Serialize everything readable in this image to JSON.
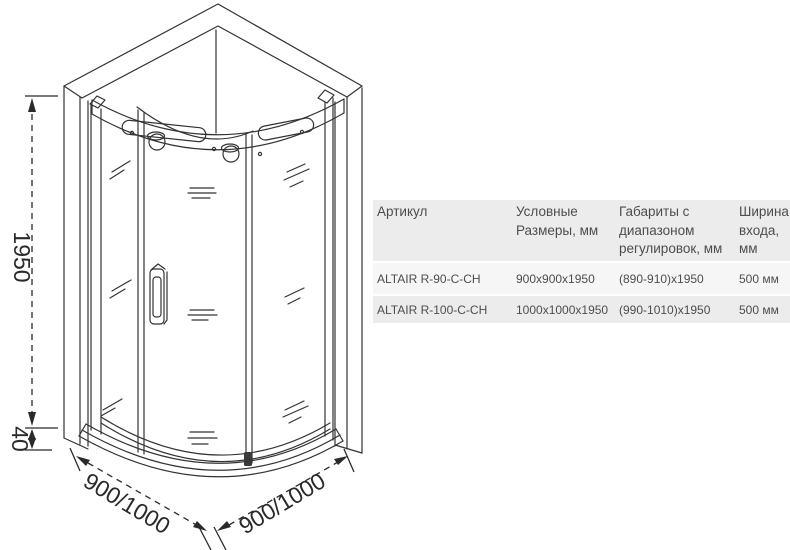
{
  "drawing": {
    "dim_height": "1950",
    "dim_base_height": "40",
    "dim_left_width": "900/1000",
    "dim_right_width": "900/1000",
    "line_color": "#333333",
    "dim_color": "#2a2a2a"
  },
  "table": {
    "columns": [
      "Артикул",
      "Условные\nРазмеры, мм",
      "Габариты с\nдиапазоном\nрегулировок, мм",
      "Ширина\nвхода,\nмм"
    ],
    "rows": [
      {
        "article": "ALTAIR R-90-C-CH",
        "size": "900x900x1950",
        "range": "(890-910)x1950",
        "entry": "500 мм"
      },
      {
        "article": "ALTAIR R-100-C-CH",
        "size": "1000x1000x1950",
        "range": "(990-1010)x1950",
        "entry": "500 мм"
      }
    ],
    "colors": {
      "header_bg": "#ececec",
      "row_odd_bg": "#f6f6f6",
      "row_even_bg": "#ececec",
      "text": "#4d4d4d"
    }
  }
}
